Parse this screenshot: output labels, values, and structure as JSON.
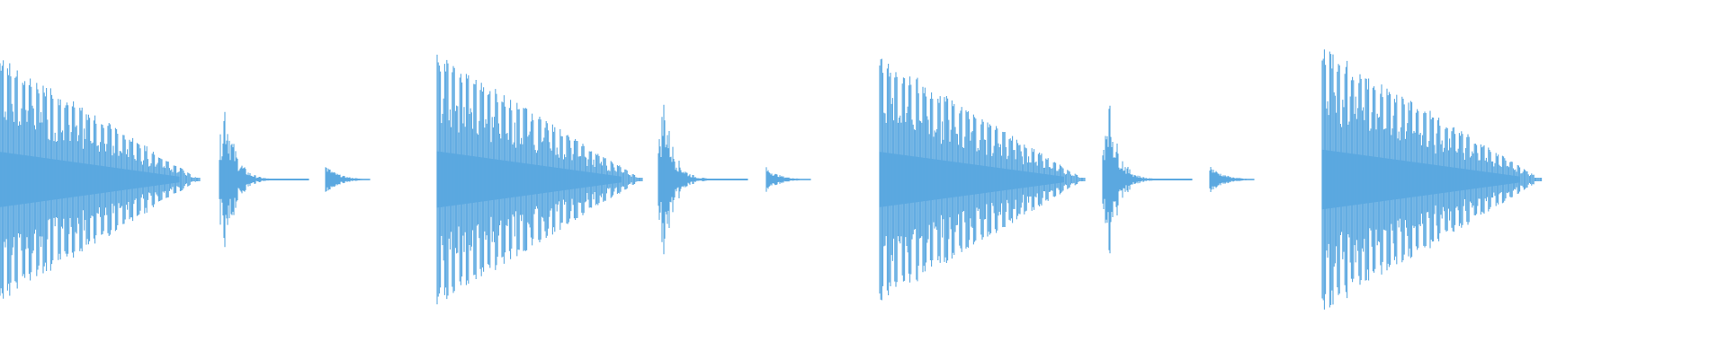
{
  "waveform": {
    "color": "#5ba8e0",
    "background": "#ffffff",
    "pattern": [
      {
        "kind": "long_decay",
        "peak": 1.0
      },
      {
        "kind": "short_burst",
        "peak": 0.72
      },
      {
        "kind": "tiny_blip",
        "peak": 0.12
      },
      {
        "kind": "long_decay",
        "peak": 1.02
      },
      {
        "kind": "short_burst",
        "peak": 0.7
      },
      {
        "kind": "tiny_blip",
        "peak": 0.1
      },
      {
        "kind": "long_decay",
        "peak": 1.0
      },
      {
        "kind": "short_burst",
        "peak": 0.73
      },
      {
        "kind": "tiny_blip",
        "peak": 0.12
      },
      {
        "kind": "long_decay",
        "peak": 1.08
      }
    ]
  }
}
